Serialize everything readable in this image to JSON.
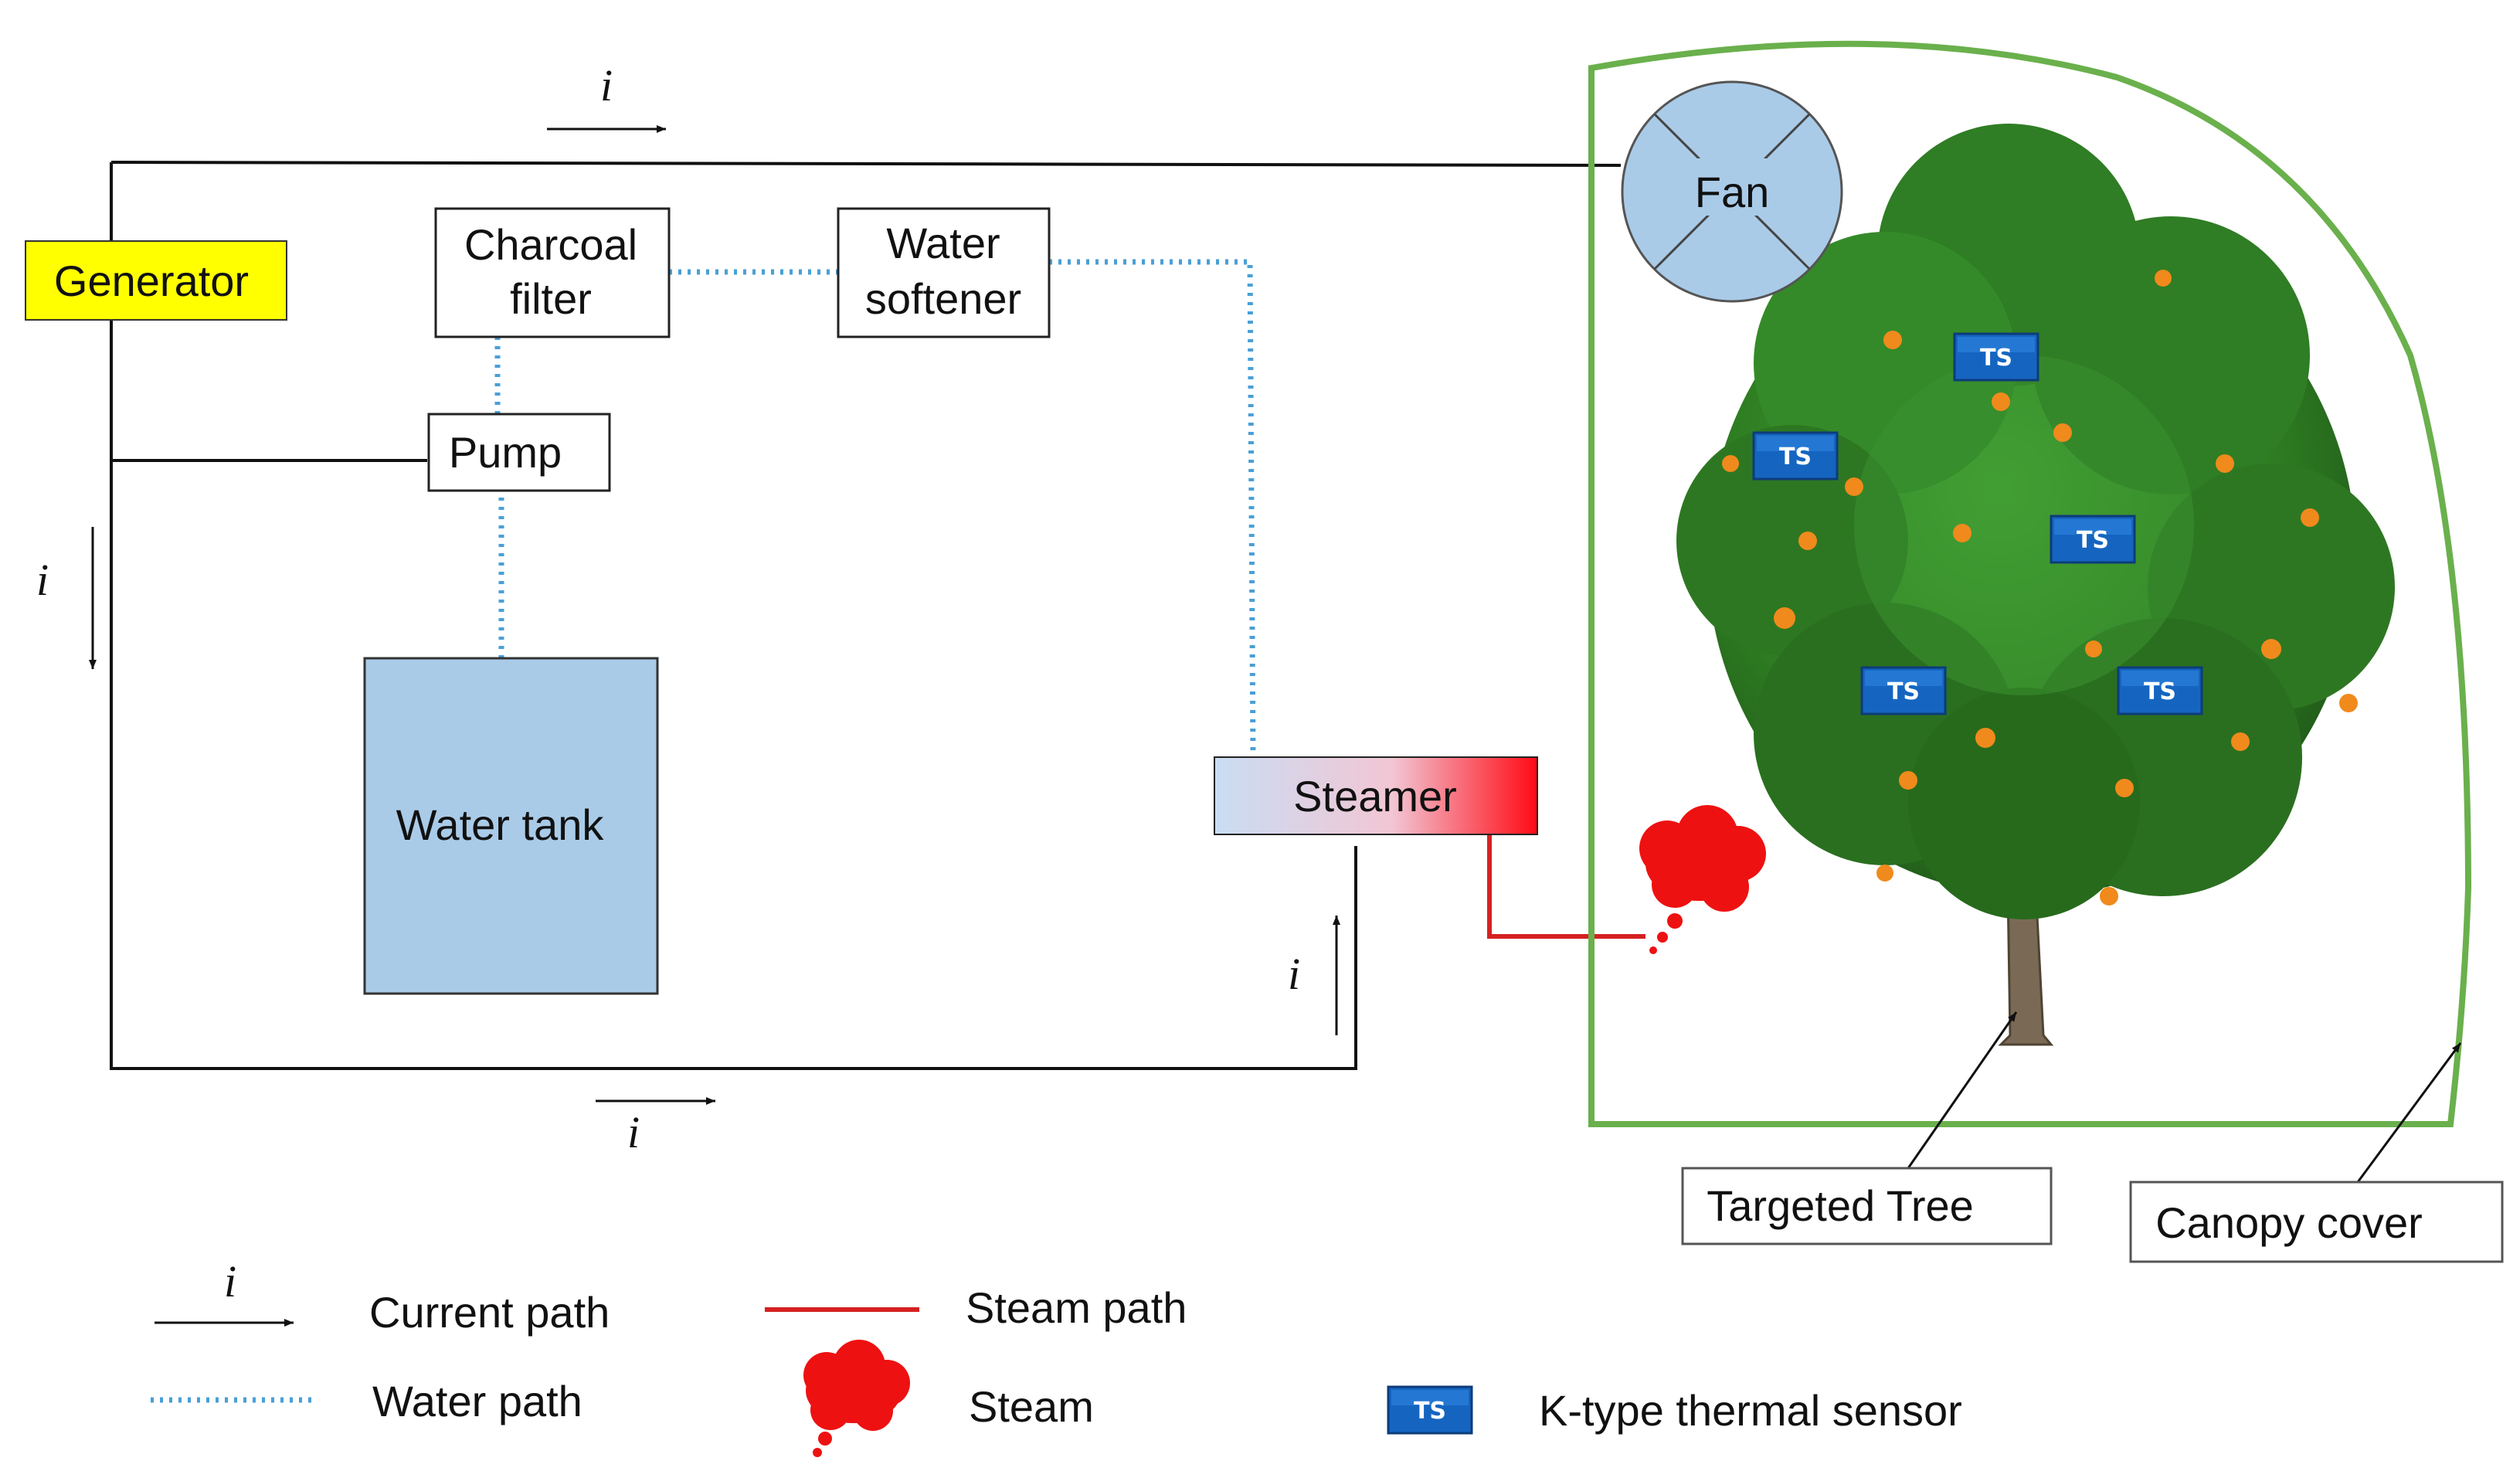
{
  "components": {
    "generator": "Generator",
    "charcoal_filter": [
      "Charcoal",
      "filter"
    ],
    "water_softener": [
      "Water",
      "softener"
    ],
    "pump": "Pump",
    "water_tank": "Water tank",
    "steamer": "Steamer",
    "fan": "Fan"
  },
  "callouts": {
    "targeted_tree": "Targeted Tree",
    "canopy_cover": "Canopy cover"
  },
  "current_symbol": "i",
  "sensor_badge": "TS",
  "legend": {
    "current_path": "Current path",
    "water_path": "Water path",
    "steam_path": "Steam path",
    "steam": "Steam",
    "thermal_sensor": "K-type thermal sensor"
  },
  "colors": {
    "generator_fill": "#ffff00",
    "tank_fill": "#a9cbe8",
    "fan_fill": "#a9cbe8",
    "water_path": "#4a9fd6",
    "steam": "#ee1111",
    "canopy_outline": "#6ab04c",
    "sensor_fill": "#1565c0"
  }
}
